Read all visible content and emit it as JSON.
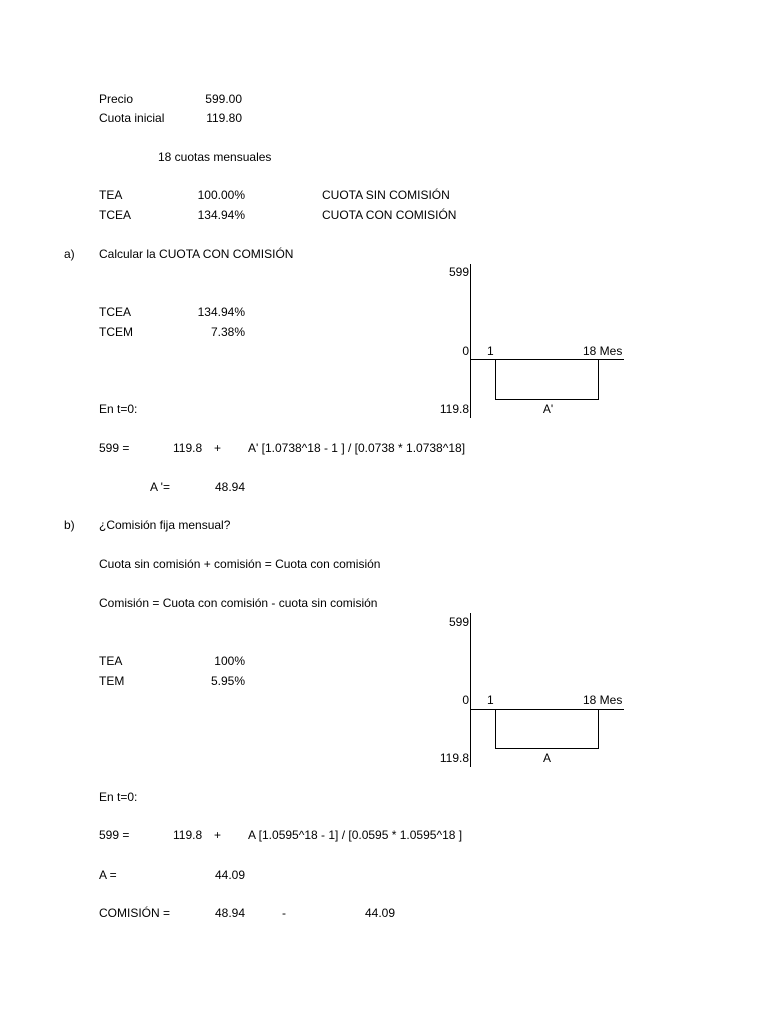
{
  "header": {
    "precio_label": "Precio",
    "precio_value": "599.00",
    "cuota_inicial_label": "Cuota inicial",
    "cuota_inicial_value": "119.80",
    "cuotas_text": "18 cuotas mensuales",
    "tea_label": "TEA",
    "tea_value": "100.00%",
    "tea_note": "CUOTA SIN COMISIÓN",
    "tcea_label": "TCEA",
    "tcea_value": "134.94%",
    "tcea_note": "CUOTA CON COMISIÓN"
  },
  "part_a": {
    "letter": "a)",
    "title": "Calcular la CUOTA CON COMISIÓN",
    "tcea_label": "TCEA",
    "tcea_value": "134.94%",
    "tcem_label": "TCEM",
    "tcem_value": "7.38%",
    "en_t0": "En t=0:",
    "eq_left": "599 =",
    "eq_val": "119.8",
    "eq_plus": "+",
    "eq_right": "A' [1.0738^18  - 1 ] / [0.0738 * 1.0738^18]",
    "result_label": "A '=",
    "result_value": "48.94",
    "diagram": {
      "top": "599",
      "zero": "0",
      "one": "1",
      "end": "18 Mes",
      "bottom": "119.8",
      "payment": "A'"
    }
  },
  "part_b": {
    "letter": "b)",
    "title": "¿Comisión fija mensual?",
    "line1": "Cuota sin comisión + comisión = Cuota con comisión",
    "line2": "Comisión = Cuota con comisión - cuota sin comisión",
    "tea_label": "TEA",
    "tea_value": "100%",
    "tem_label": "TEM",
    "tem_value": "5.95%",
    "en_t0": "En t=0:",
    "eq_left": "599 =",
    "eq_val": "119.8",
    "eq_plus": "+",
    "eq_right": "A [1.0595^18  - 1] / [0.0595 * 1.0595^18 ]",
    "result_label": "A =",
    "result_value": "44.09",
    "comision_label": "COMISIÓN =",
    "comision_a": "48.94",
    "comision_minus": "-",
    "comision_b": "44.09",
    "diagram": {
      "top": "599",
      "zero": "0",
      "one": "1",
      "end": "18 Mes",
      "bottom": "119.8",
      "payment": "A"
    }
  }
}
